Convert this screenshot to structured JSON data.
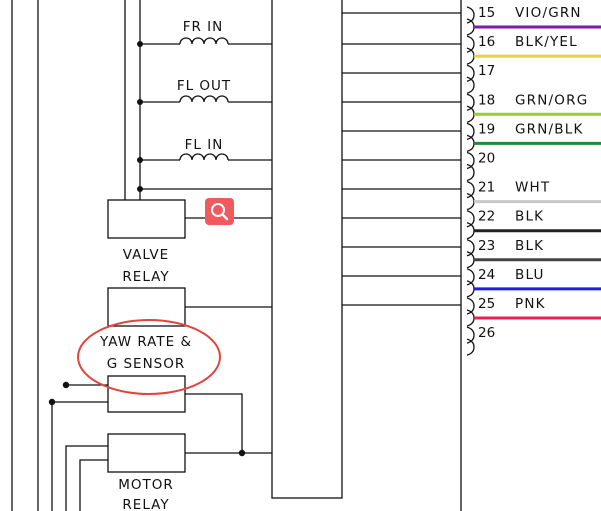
{
  "labels": {
    "fr_in": "FR IN",
    "fl_out": "FL OUT",
    "fl_in": "FL IN",
    "valve_relay_1": "VALVE",
    "valve_relay_2": "RELAY",
    "yaw_1": "YAW RATE &",
    "yaw_2": "G SENSOR",
    "motor_relay_1": "MOTOR",
    "motor_relay_2": "RELAY"
  },
  "pins": [
    {
      "num": "15",
      "color": "VIO/GRN",
      "stripe": "#7b1fa2"
    },
    {
      "num": "16",
      "color": "BLK/YEL",
      "stripe": "#e8d24a"
    },
    {
      "num": "17",
      "color": "",
      "stripe": ""
    },
    {
      "num": "18",
      "color": "GRN/ORG",
      "stripe": "#9acd32"
    },
    {
      "num": "19",
      "color": "GRN/BLK",
      "stripe": "#1f8a3a"
    },
    {
      "num": "20",
      "color": "",
      "stripe": ""
    },
    {
      "num": "21",
      "color": "WHT",
      "stripe": "#c8c8c8"
    },
    {
      "num": "22",
      "color": "BLK",
      "stripe": "#222222"
    },
    {
      "num": "23",
      "color": "BLK",
      "stripe": "#444444"
    },
    {
      "num": "24",
      "color": "BLU",
      "stripe": "#1f1fe0"
    },
    {
      "num": "25",
      "color": "PNK",
      "stripe": "#e8205a"
    },
    {
      "num": "26",
      "color": "",
      "stripe": ""
    }
  ],
  "highlight_color": "#e0453f",
  "zoom_icon": "magnifier-icon",
  "zoom_color": "#f05a5f"
}
